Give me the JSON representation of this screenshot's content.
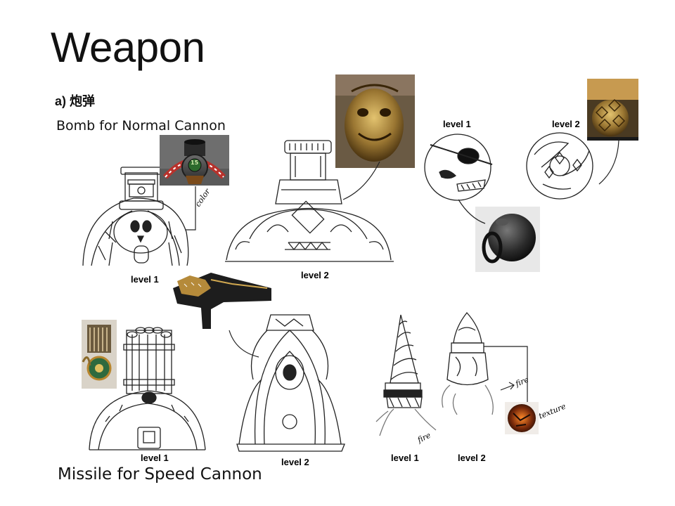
{
  "slide": {
    "title": "Weapon",
    "section": "a) 炮弹",
    "bomb_heading": "Bomb for Normal Cannon",
    "missile_heading": "Missile for Speed Cannon",
    "labels": {
      "bomb_cannon_l1": "level 1",
      "bomb_cannon_l2": "level 2",
      "bomb_ball_l1": "level 1",
      "bomb_ball_l2": "level 2",
      "missile_cannon_l1": "level 1",
      "missile_cannon_l2": "level 2",
      "missile_l1": "level 1",
      "missile_l2": "level 2"
    },
    "annotations": {
      "color": "color",
      "fire_1": "fire",
      "fire_2": "fire",
      "texture": "texture"
    },
    "badge_number": "15"
  }
}
